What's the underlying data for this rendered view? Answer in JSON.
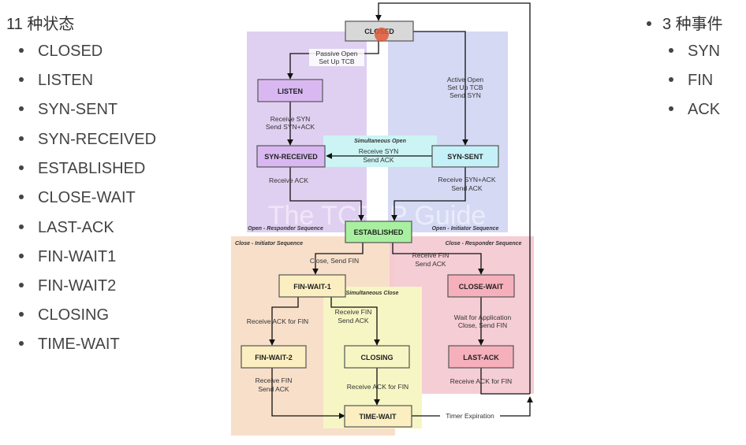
{
  "left": {
    "heading": "11 种状态",
    "items": [
      "CLOSED",
      "LISTEN",
      "SYN-SENT",
      "SYN-RECEIVED",
      "ESTABLISHED",
      "CLOSE-WAIT",
      "LAST-ACK",
      "FIN-WAIT1",
      "FIN-WAIT2",
      "CLOSING",
      "TIME-WAIT"
    ]
  },
  "right": {
    "heading": "3 种事件",
    "items": [
      "SYN",
      "FIN",
      "ACK"
    ]
  },
  "diagram": {
    "states": {
      "closed": "CLOSED",
      "listen": "LISTEN",
      "syn_received": "SYN-RECEIVED",
      "syn_sent": "SYN-SENT",
      "established": "ESTABLISHED",
      "fin_wait_1": "FIN-WAIT-1",
      "fin_wait_2": "FIN-WAIT-2",
      "closing": "CLOSING",
      "time_wait": "TIME-WAIT",
      "close_wait": "CLOSE-WAIT",
      "last_ack": "LAST-ACK"
    },
    "labels": {
      "passive_open_1": "Passive Open",
      "passive_open_2": "Set Up TCB",
      "active_open_1": "Active Open",
      "active_open_2": "Set Up TCB",
      "active_open_3": "Send SYN",
      "recv_syn_1": "Receive SYN",
      "recv_syn_2": "Send SYN+ACK",
      "sim_open": "Simultaneous Open",
      "sim_recv_1": "Receive SYN",
      "sim_recv_2": "Send ACK",
      "recv_ack": "Receive ACK",
      "recv_synack_1": "Receive SYN+ACK",
      "recv_synack_2": "Send ACK",
      "open_responder": "Open - Responder Sequence",
      "open_initiator": "Open - Initiator Sequence",
      "close_initiator": "Close - Initiator Sequence",
      "close_responder": "Close - Responder Sequence",
      "close_send_fin": "Close, Send FIN",
      "recv_fin_1": "Receive FIN",
      "recv_fin_2": "Send ACK",
      "sim_close": "Simultaneous Close",
      "fw1_recv_ack": "Receive ACK for FIN",
      "fw1_recv_fin_1": "Receive FIN",
      "fw1_recv_fin_2": "Send ACK",
      "wait_app_1": "Wait for Application",
      "wait_app_2": "Close, Send FIN",
      "fw2_recv_fin_1": "Receive FIN",
      "fw2_recv_fin_2": "Send ACK",
      "closing_recv_ack": "Receive ACK for FIN",
      "lastack_recv_ack": "Receive ACK for FIN",
      "timer_exp": "Timer Expiration",
      "watermark": "The TCP/IP Guide"
    },
    "colors": {
      "responder_bg": "#d9c8ef",
      "initiator_bg": "#cfd2f2",
      "close_init_bg": "#f7dcc4",
      "close_resp_bg": "#f4c8d0",
      "sim_close_bg": "#f6f6c4",
      "sim_open_bg": "#ccf4f4",
      "closed_box": "#d8d8d8",
      "purple_box": "#d9b8f2",
      "cyan_box": "#c4f1f7",
      "green_box": "#a8f0a0",
      "yellow_box": "#fbeec0",
      "pink_box": "#f6b0bc"
    }
  }
}
